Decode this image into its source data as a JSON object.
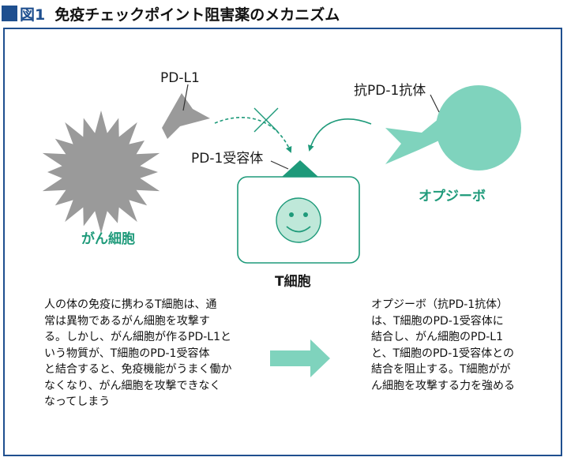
{
  "title": {
    "figure_label": "図1",
    "text": "免疫チェックポイント阻害薬のメカニズム"
  },
  "diagram": {
    "pd_l1_label": "PD-L1",
    "antibody_label": "抗PD-1抗体",
    "receptor_label": "PD-1受容体",
    "cancer_label": "がん細胞",
    "drug_label": "オプジーボ",
    "tcell_label": "T細胞"
  },
  "colors": {
    "brand_blue": "#1f4f8f",
    "teal_dark": "#1e9a7a",
    "teal_light": "#7fd3bd",
    "cancer_gray": "#9a9a9a"
  },
  "paragraphs": {
    "left": [
      "人の体の免疫に携わるT細胞は、通",
      "常は異物であるがん細胞を攻撃す",
      "る。しかし、がん細胞が作るPD-L1と",
      "いう物質が、T細胞のPD-1受容体",
      "と結合すると、免疫機能がうまく働か",
      "なくなり、がん細胞を攻撃できなく",
      "なってしまう"
    ],
    "right": [
      "オプジーボ（抗PD-1抗体）",
      "は、T細胞のPD-1受容体に",
      "結合し、がん細胞のPD-L1",
      "と、T細胞のPD-1受容体との",
      "結合を阻止する。T細胞がが",
      "ん細胞を攻撃する力を強める"
    ]
  }
}
